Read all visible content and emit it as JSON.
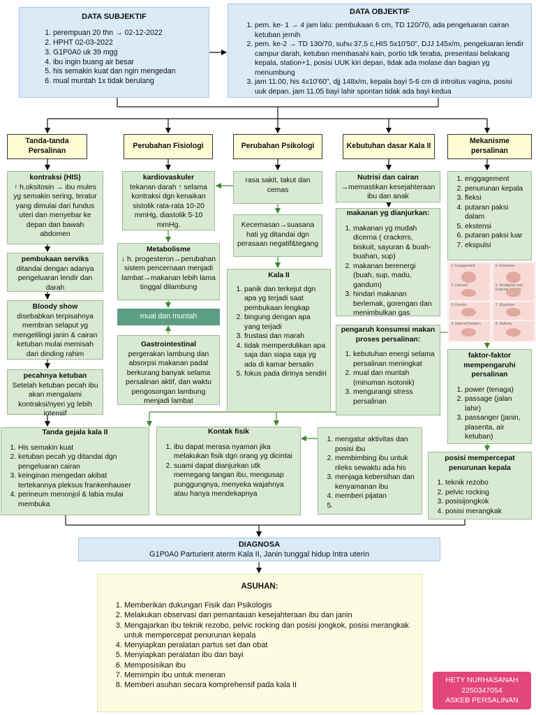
{
  "subjective": {
    "title": "DATA SUBJEKTIF",
    "items": [
      "perempuan 20 thn → 02-12-2022",
      "HPHT 02-03-2022",
      "G1P0A0 uk 39 mgg",
      "ibu ingin buang air besar",
      "his semakin kuat dan ngin mengedan",
      "mual muntah 1x tidak berulang"
    ]
  },
  "objective": {
    "title": "DATA OBJEKTIF",
    "items": [
      "pem. ke- 1 → 4 jam lalu: pembukaan 6 cm, TD 120/70, ada pengeluaran cairan ketuban jernih",
      "pem. ke-2 → TD 130/70, suhu 37,5 c,HIS 5x10'50\", DJJ 145x/m, pengeluaran lendir campur darah, ketuban membasahi kain, portio tdk teraba, presentasi belakang kepala, station+1, posisi UUK kiri depan, tidak ada molase dan bagian yg menumbung",
      "jam 11.00, his 4x10'60\", djj 148x/m, kepala bayi 5-6 cm di introitus vagina, posisi uuk depan. jam 11.05 bayi lahir spontan tidak ada bayi kedua"
    ]
  },
  "categories": [
    "Tanda-tanda Persalinan",
    "Perubahan Fisiologi",
    "Perubahan Psikologi",
    "Kebutuhan dasar Kala II",
    "Mekanisme persalinan"
  ],
  "tanda": {
    "his_title": "kontraksi (HIS)",
    "his_text": "↑ h.oksitosin → ibu mules yg semakin sering, teratur yang dimulai dari fundus uteri dan menyebar ke depan dan bawah abdomen",
    "serviks_title": "pembukaan serviks",
    "serviks_text": "ditandai dengan adanya pengeluaran lendir dan darah",
    "bloody_title": "Bloody show",
    "bloody_text": "disebabkan terpisahnya membran selaput yg mengelilingi janin & cairan ketuban mulai memisah dari dinding rahim",
    "ketuban_title": "pecahnya ketuban",
    "ketuban_text": "Setelah ketuban pecah ibu akan mengalami kontraksi/nyeri yg lebih intensif"
  },
  "fisiologi": {
    "kardio_title": "kardiovaskuler",
    "kardio_text": "tekanan darah ↑ selama kontraksi dgn kenaikan sistolik rata-rata 10-20 mmHg, diastolik 5-10 mmHg.",
    "metab_title": "Metabolisme",
    "metab_text": "↓ h. progesteron→perubahan sistem pencernaan menjadi lambat→makanan lebih lama tinggal dilambung",
    "mual": "mual dan muntah",
    "gastro_title": "Gastrointestinal",
    "gastro_text": "pergerakan lambung dan absorpsi makanan padat berkurang banyak selama persalinan aktif, dan waktu pengosongan lambung menjadi lambat"
  },
  "psikologi": {
    "rasa": "rasa sakit, takut dan cemas",
    "cemas": "Kecemasan→suasana hati yg ditandai dgn perasaan negatif&tegang",
    "kala_title": "Kala II",
    "kala_items": [
      "panik dan terkejut dgn apa yg terjadi saat pembukaan lengkap",
      "bingung dengan apa yang terjadi",
      "frustasi dan marah",
      "tidak memperdulikan apa saja dan siapa saja yg ada di kamar bersalin",
      "fokus pada dirinya sendiri"
    ]
  },
  "kebutuhan": {
    "nutrisi_title": "Nutrisi dan cairan",
    "nutrisi_text": "→memastikan kesejahteraan ibu dan anak",
    "makanan_title": "makanan yg dianjurkan:",
    "makanan_items": [
      "makanan yg mudah dicerna ( crackers, biskuit, sayuran & buah-buahan, sup)",
      "makanan berenergi (buah, sup, madu, gandum)",
      "hindari makanan berlemak, gorengan dan menimbulkan gas"
    ],
    "pengaruh_title": "pengaruh konsumsi makan proses persalinan:",
    "pengaruh_items": [
      "kebutuhan energi selama persalinan meningkat",
      "mual dan muntah (minuman isotonik)",
      "mengurangi stress persalinan"
    ],
    "aktivitas_items": [
      "mengatur aktivitas dan posisi ibu",
      "membimbing ibu untuk rileks sewaktu ada his",
      "menjaga kebersihan dan kenyamanan ibu",
      "memberi pijatan"
    ]
  },
  "mekanisme": {
    "items": [
      "enggagement",
      "penurunan kepala",
      "fleksi",
      "putaran paksi dalam",
      "ekstensi",
      "putaran paksi luar",
      "ekspulsi"
    ],
    "image_labels": [
      "1. Engagement",
      "2. Descent",
      "3. Flexion",
      "4. Internal Rotation",
      "5. Extension",
      "6. Restitution and External rotation",
      "7. Expulsion",
      "8. Delivery"
    ],
    "faktor_title": "faktor-faktor mempengaruhi persalinan",
    "faktor_items": [
      "power (tenaga)",
      "passage (jalan lahir)",
      "passanger (janin, plasenta, air ketuban)"
    ],
    "posisi_title": "posisi mempercepat penurunan kepala",
    "posisi_items": [
      "teknik rezobo",
      "pelvic rocking",
      "posisijongkok",
      "posisi merangkak"
    ]
  },
  "gejala": {
    "title": "Tanda gejala kala II",
    "items": [
      "His semakin kuat",
      "ketuban pecah yg ditandai dgn pengeluaran cairan",
      "keinginan mengedan akibat tertekannya pleksus frankenhauser",
      "perineum menonjol & labia mulai membuka"
    ]
  },
  "kontak": {
    "title": "Kontak fisik",
    "items": [
      "ibu dapat merasa nyaman jika melakukan fisik dgn orang yg dicintai",
      "suami dapat dianjurkan utk memegang tangan ibu, mengusap punggungnya, menyeka wajahnya atau hanya mendekapnya"
    ]
  },
  "diagnosa": {
    "title": "DIAGNOSA",
    "text": "G1P0A0 Parturient aterm Kala II, Janin tunggal hidup Intra uterin"
  },
  "asuhan": {
    "title": "ASUHAN:",
    "items": [
      "Memberikan dukungan Fisik dan Psikologis",
      "Melakukan observasi dan pemantauan kesejahteraan ibu dan janin",
      "Mengajarkan ibu teknik rezobo, pelvic rocking dan posisi jongkok, posisi merangkak untuk mempercepat penurunan kepala",
      "Menyiapkan peralatan partus set dan obat",
      "Menyiapkan peralatan ibu dan bayi",
      "Memposisikan ibu",
      "Memimpin ibu untuk meneran",
      "Memberi asuhan secara komprehensif pada kala II"
    ]
  },
  "author": {
    "name": "HETY NURHASANAH",
    "nim": "2250347054",
    "course": "ASKEB PERSALINAN"
  }
}
